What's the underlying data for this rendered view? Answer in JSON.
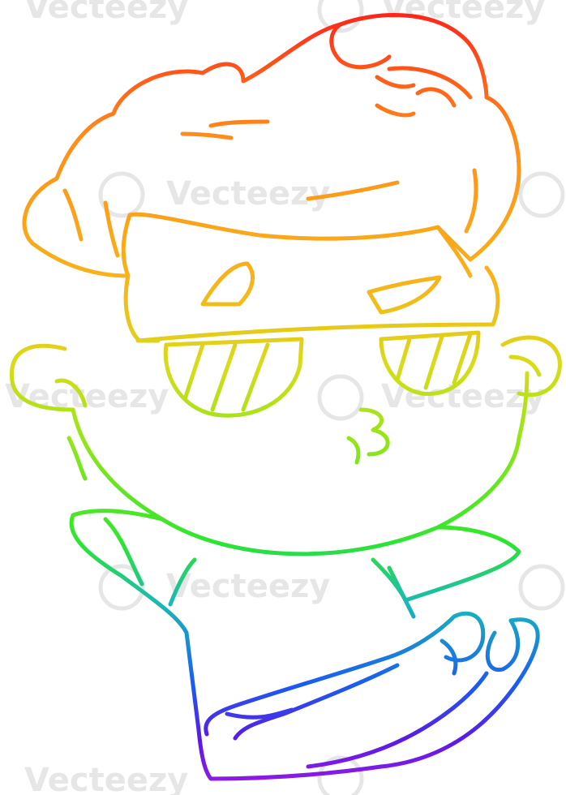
{
  "watermark": {
    "text": "Vecteezy",
    "icon": "vecteezy-logo-icon"
  },
  "illustration": {
    "subject": "cartoon boy wearing sunglasses",
    "style": "line art",
    "gradient_colors": [
      "#ff1a1a",
      "#ff8c1a",
      "#f2d21a",
      "#b8e61a",
      "#2ee62e",
      "#1ab8b8",
      "#1a5cf2",
      "#5a1ae6",
      "#a01ae6"
    ]
  }
}
